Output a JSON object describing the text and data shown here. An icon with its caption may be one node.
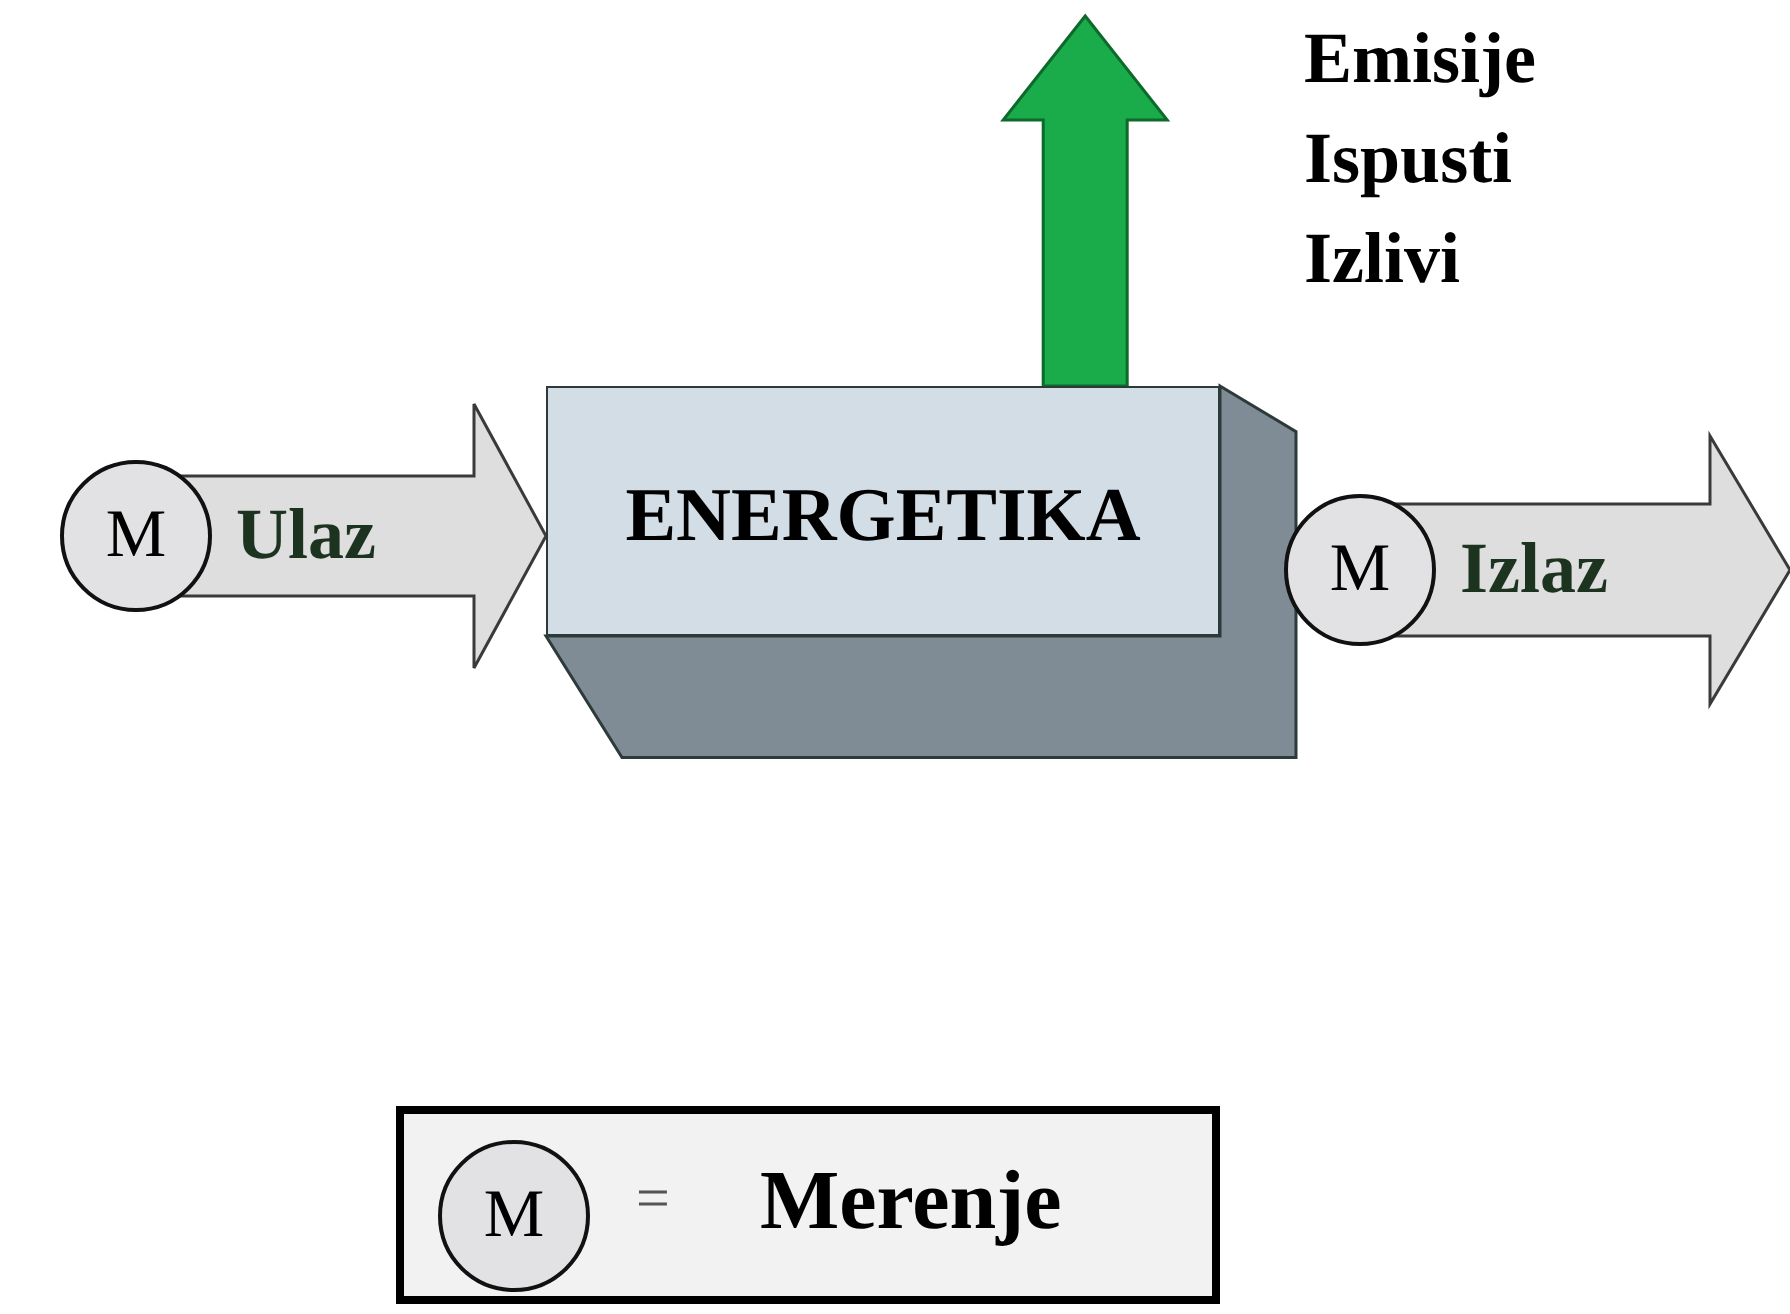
{
  "diagram": {
    "nodes": [
      {
        "text": [
          "ENERGETIKA"
        ]
      },
      {
        "text": [
          "M"
        ]
      },
      {
        "text": [
          "M"
        ]
      },
      {
        "text": [
          "=",
          "Merenje"
        ]
      },
      {
        "text": [
          "M"
        ],
        "in": 3
      }
    ],
    "edges": [
      {
        "from": 1,
        "to": 0,
        "arrow": "to",
        "label": "Ulaz"
      },
      {
        "from": 2,
        "to": null,
        "arrow": "to",
        "label": "Izlaz"
      },
      {
        "from": 0,
        "to": null,
        "arrow": "to",
        "color": "#1aab4b"
      }
    ],
    "labels": [
      "Emisije",
      "Ispusti",
      "Izlivi"
    ]
  }
}
